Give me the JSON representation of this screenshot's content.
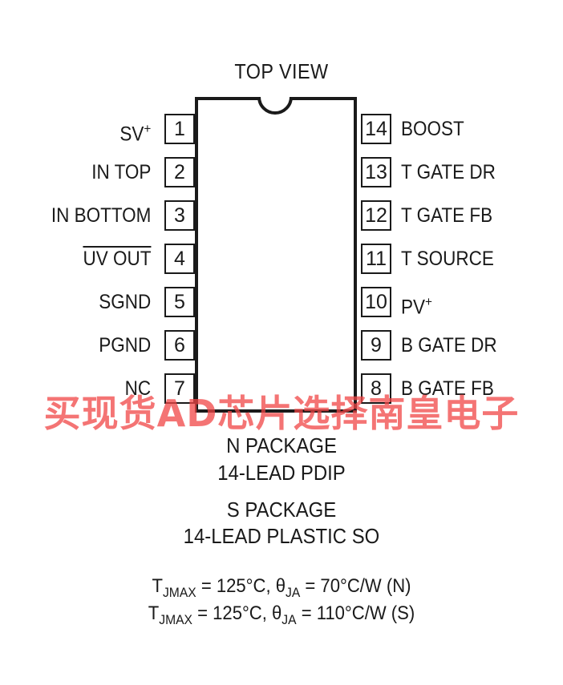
{
  "title": "TOP VIEW",
  "left_pins": [
    {
      "number": "1",
      "name": "SV",
      "sup": "+"
    },
    {
      "number": "2",
      "name": "IN TOP",
      "sup": ""
    },
    {
      "number": "3",
      "name": "IN BOTTOM",
      "sup": ""
    },
    {
      "number": "4",
      "name": "UV OUT",
      "sup": "",
      "overline": true
    },
    {
      "number": "5",
      "name": "SGND",
      "sup": ""
    },
    {
      "number": "6",
      "name": "PGND",
      "sup": ""
    },
    {
      "number": "7",
      "name": "NC",
      "sup": ""
    }
  ],
  "right_pins": [
    {
      "number": "14",
      "name": "BOOST",
      "sup": ""
    },
    {
      "number": "13",
      "name": "T GATE DR",
      "sup": ""
    },
    {
      "number": "12",
      "name": "T GATE FB",
      "sup": ""
    },
    {
      "number": "11",
      "name": "T SOURCE",
      "sup": ""
    },
    {
      "number": "10",
      "name": "PV",
      "sup": "+"
    },
    {
      "number": "9",
      "name": "B GATE DR",
      "sup": ""
    },
    {
      "number": "8",
      "name": "B GATE FB",
      "sup": ""
    }
  ],
  "packages": {
    "n_line1": "N PACKAGE",
    "n_line2": "14-LEAD PDIP",
    "s_line1": "S PACKAGE",
    "s_line2": "14-LEAD PLASTIC SO"
  },
  "thermal": {
    "line1": {
      "t": "T",
      "t_sub": "JMAX",
      "mid": " = 125°C, θ",
      "theta_sub": "JA",
      "end": " = 70°C/W (N)"
    },
    "line2": {
      "t": "T",
      "t_sub": "JMAX",
      "mid": " = 125°C, θ",
      "theta_sub": "JA",
      "end": " = 110°C/W (S)"
    }
  },
  "watermark": "买现货AD芯片选择南皇电子",
  "colors": {
    "line": "#1a1a1a",
    "watermark": "#f04646"
  }
}
